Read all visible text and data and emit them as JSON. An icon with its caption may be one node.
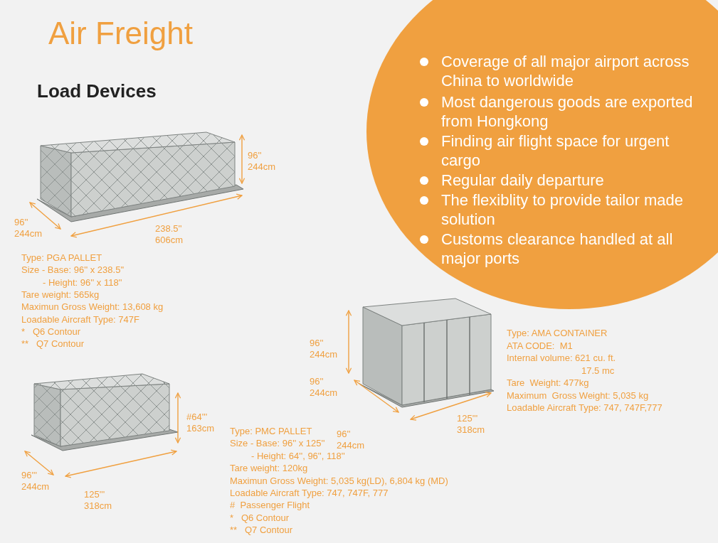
{
  "diagram": {
    "title": "Air Freight",
    "labels": [
      "Load Devices",
      "Coverage of all major airport across China to worldwide",
      "Most dangerous goods are exported from Hongkong",
      "Finding air flight space for urgent cargo",
      "Regular daily departure",
      "The flexiblity to provide tailor made solution",
      "Customs clearance handled at all major ports",
      "96''",
      "244cm",
      "96''",
      "244cm",
      "238.5''",
      "606cm",
      "Type: PGA PALLET",
      "Size - Base: 96'' x 238.5''",
      "- Height: 96'' x 118''",
      "Tare weight: 565kg",
      "Maximun Gross Weight: 13,608 kg",
      "Loadable Aircraft Type: 747F",
      "*   Q6 Contour",
      "**   Q7 Contour",
      "96''",
      "244cm",
      "96''",
      "244cm",
      "Type: AMA CONTAINER",
      "ATA CODE:  M1",
      "Internal volume: 621 cu. ft.",
      "17.5 mc",
      "Tare  Weight: 477kg",
      "Maximum  Gross Weight: 5,035 kg",
      "Loadable Aircraft Type: 747, 747F,777",
      "125'''",
      "318cm",
      "#64'''",
      "163cm",
      "Type: PMC PALLET",
      "Size - Base: 96'' x 125''",
      "- Height: 64'', 96'', 118''",
      "Tare weight: 120kg",
      "Maximun Gross Weight: 5,035 kg(LD), 6,804 kg (MD)",
      "Loadable Aircraft Type: 747, 747F, 777",
      "#  Passenger Flight",
      "*   Q6 Contour",
      "**   Q7 Contour",
      "96''",
      "244cm",
      "96'''",
      "244cm",
      "125'''",
      "318cm"
    ]
  }
}
